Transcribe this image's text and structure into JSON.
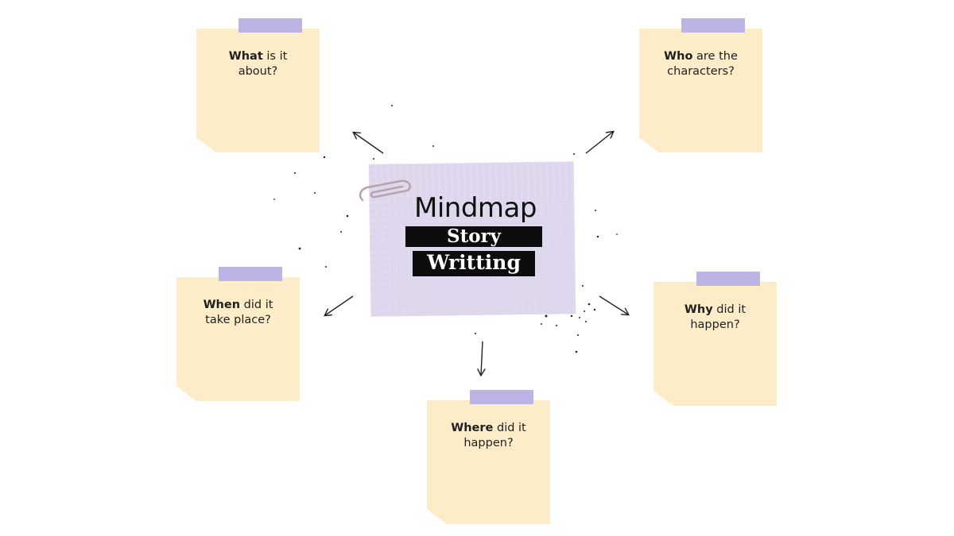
{
  "center": {
    "title": "Mindmap",
    "line1": "Story",
    "line2": "Writting"
  },
  "notes": [
    {
      "strong": "What",
      "rest": " is it about?"
    },
    {
      "strong": "Who",
      "rest": " are the characters?"
    },
    {
      "strong": "When",
      "rest": " did it take place?"
    },
    {
      "strong": "Why",
      "rest": " did it happen?"
    },
    {
      "strong": "Where",
      "rest": " did it happen?"
    }
  ],
  "colors": {
    "note": "#fdecc8",
    "tape": "#bdb4e6",
    "card": "#ddd6ec",
    "band": "#0d0d0d"
  }
}
